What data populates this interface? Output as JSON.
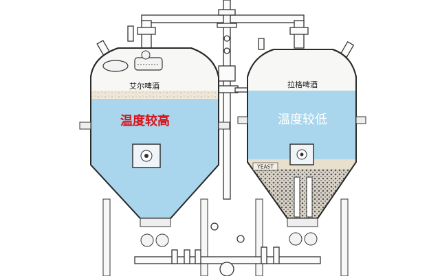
{
  "left_tank": {
    "name": "艾尔啤酒",
    "temperature_note": "温度较高",
    "liquid_color": "#a9d6ec",
    "note_color": "#d8121a"
  },
  "right_tank": {
    "name": "拉格啤酒",
    "temperature_note": "温度较低",
    "liquid_color": "#a9d6ec",
    "yeast_label": "YEAST",
    "note_color": "#ffffff"
  }
}
